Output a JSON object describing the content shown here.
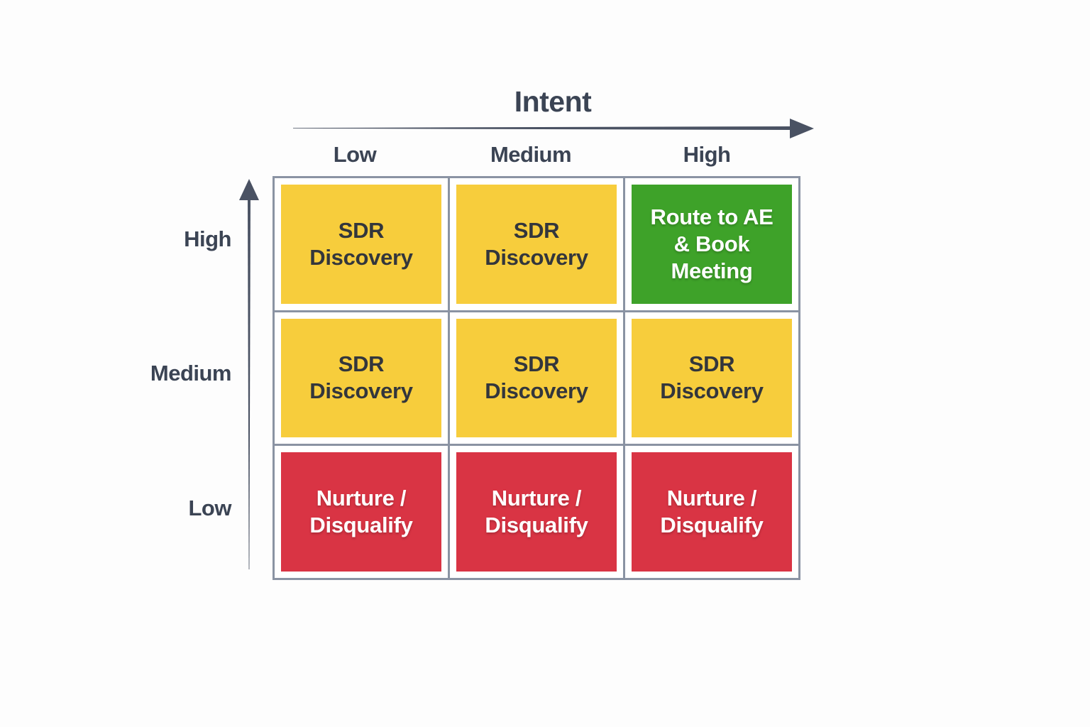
{
  "x_axis": {
    "title": "Intent",
    "labels": [
      "Low",
      "Medium",
      "High"
    ]
  },
  "y_axis": {
    "labels": [
      "High",
      "Medium",
      "Low"
    ]
  },
  "grid": {
    "cells": [
      {
        "label": "SDR Discovery",
        "line1": "SDR",
        "line2": "Discovery",
        "color": "#f7cd3c",
        "row": "High",
        "column": "Low"
      },
      {
        "label": "SDR Discovery",
        "line1": "SDR",
        "line2": "Discovery",
        "color": "#f7cd3c",
        "row": "High",
        "column": "Medium"
      },
      {
        "label": "Route to AE & Book Meeting",
        "line1": "Route to AE",
        "line2": "& Book",
        "line3": "Meeting",
        "color": "#3ea229",
        "row": "High",
        "column": "High"
      },
      {
        "label": "SDR Discovery",
        "line1": "SDR",
        "line2": "Discovery",
        "color": "#f7cd3c",
        "row": "Medium",
        "column": "Low"
      },
      {
        "label": "SDR Discovery",
        "line1": "SDR",
        "line2": "Discovery",
        "color": "#f7cd3c",
        "row": "Medium",
        "column": "Medium"
      },
      {
        "label": "SDR Discovery",
        "line1": "SDR",
        "line2": "Discovery",
        "color": "#f7cd3c",
        "row": "Medium",
        "column": "High"
      },
      {
        "label": "Nurture / Disqualify",
        "line1": "Nurture /",
        "line2": "Disqualify",
        "color": "#d93444",
        "row": "Low",
        "column": "Low"
      },
      {
        "label": "Nurture / Disqualify",
        "line1": "Nurture /",
        "line2": "Disqualify",
        "color": "#d93444",
        "row": "Low",
        "column": "Medium"
      },
      {
        "label": "Nurture / Disqualify",
        "line1": "Nurture /",
        "line2": "Disqualify",
        "color": "#d93444",
        "row": "Low",
        "column": "High"
      }
    ]
  },
  "colors": {
    "background": "#fdfdfd",
    "axis_text": "#3b4454",
    "arrow": "#4a5263",
    "grid_border": "#8a93a3",
    "cell_yellow": "#f7cd3c",
    "cell_green": "#3ea229",
    "cell_red": "#d93444",
    "yellow_cell_text": "#33363c",
    "white_text": "#ffffff"
  }
}
